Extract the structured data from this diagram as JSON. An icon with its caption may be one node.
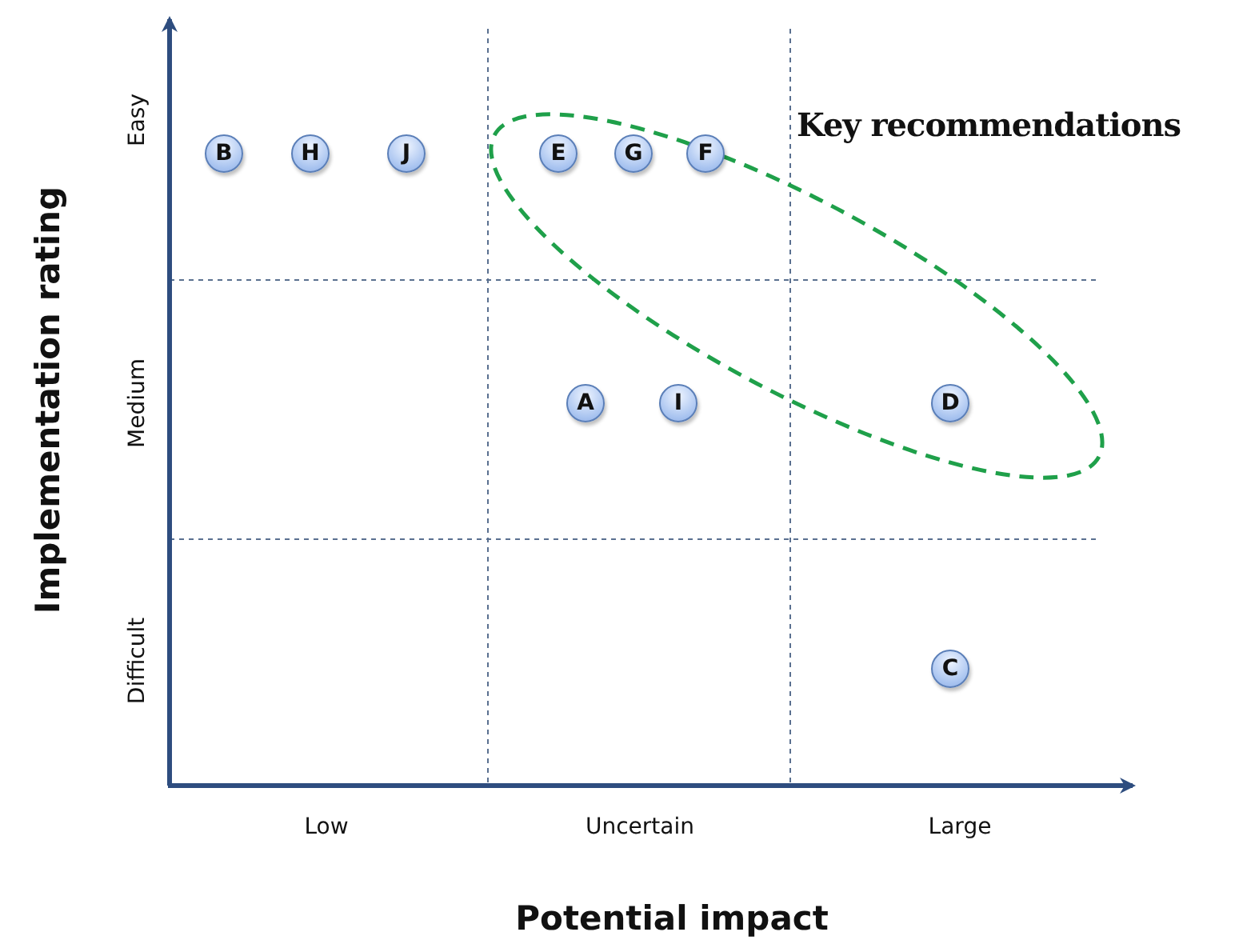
{
  "diagram": {
    "nodes": [
      {
        "text": [
          "B"
        ]
      },
      {
        "text": [
          "H"
        ]
      },
      {
        "text": [
          "J"
        ]
      },
      {
        "text": [
          "Key recommendations"
        ]
      },
      {
        "text": [
          "E"
        ],
        "in": 3
      },
      {
        "text": [
          "G"
        ],
        "in": 3
      },
      {
        "text": [
          "F"
        ],
        "in": 3
      },
      {
        "text": [
          "A"
        ]
      },
      {
        "text": [
          "I"
        ]
      },
      {
        "text": [
          "D"
        ],
        "in": 3
      },
      {
        "text": [
          "C"
        ]
      }
    ],
    "edges": [],
    "labels": [
      "Easy",
      "Medium",
      "Difficult",
      "Implementation rating",
      "Low",
      "Uncertain",
      "Large",
      "Potential impact"
    ]
  }
}
